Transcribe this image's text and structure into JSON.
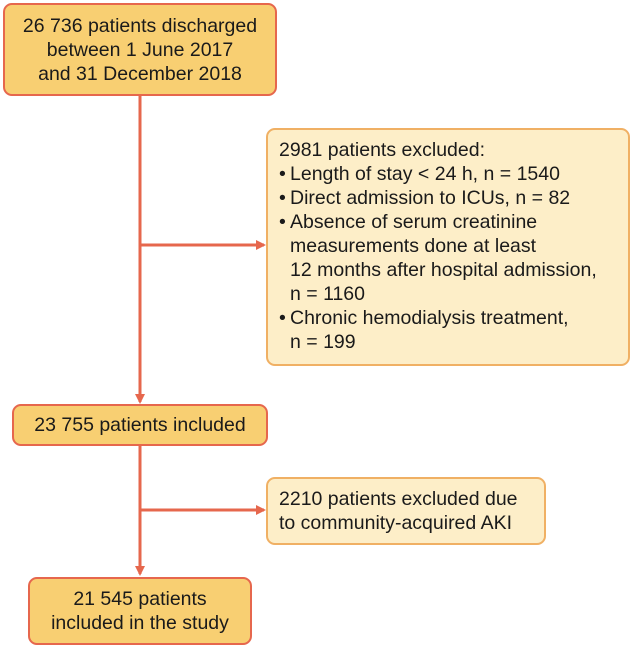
{
  "boxes": {
    "discharged": {
      "lines": [
        "26 736 patients discharged",
        "between 1 June 2017",
        "and 31 December 2018"
      ]
    },
    "excluded_first": {
      "heading": "2981 patients excluded:",
      "items": [
        {
          "lines": [
            "Length of stay < 24 h, n = 1540"
          ]
        },
        {
          "lines": [
            "Direct admission to ICUs, n = 82"
          ]
        },
        {
          "lines": [
            "Absence of serum creatinine",
            "measurements done at least",
            "12 months after hospital admission,",
            "n = 1160"
          ]
        },
        {
          "lines": [
            "Chronic hemodialysis treatment,",
            "n = 199"
          ]
        }
      ]
    },
    "included": {
      "lines": [
        "23 755 patients included"
      ]
    },
    "excluded_second": {
      "lines": [
        "2210 patients excluded due",
        "to community-acquired AKI"
      ]
    },
    "study": {
      "lines": [
        "21 545 patients",
        "included in the study"
      ]
    }
  },
  "colors": {
    "main_fill": "#f8cf72",
    "main_border": "#e6674d",
    "side_fill": "#fdeec8",
    "side_border": "#f0b064",
    "arrow": "#e6674d"
  }
}
